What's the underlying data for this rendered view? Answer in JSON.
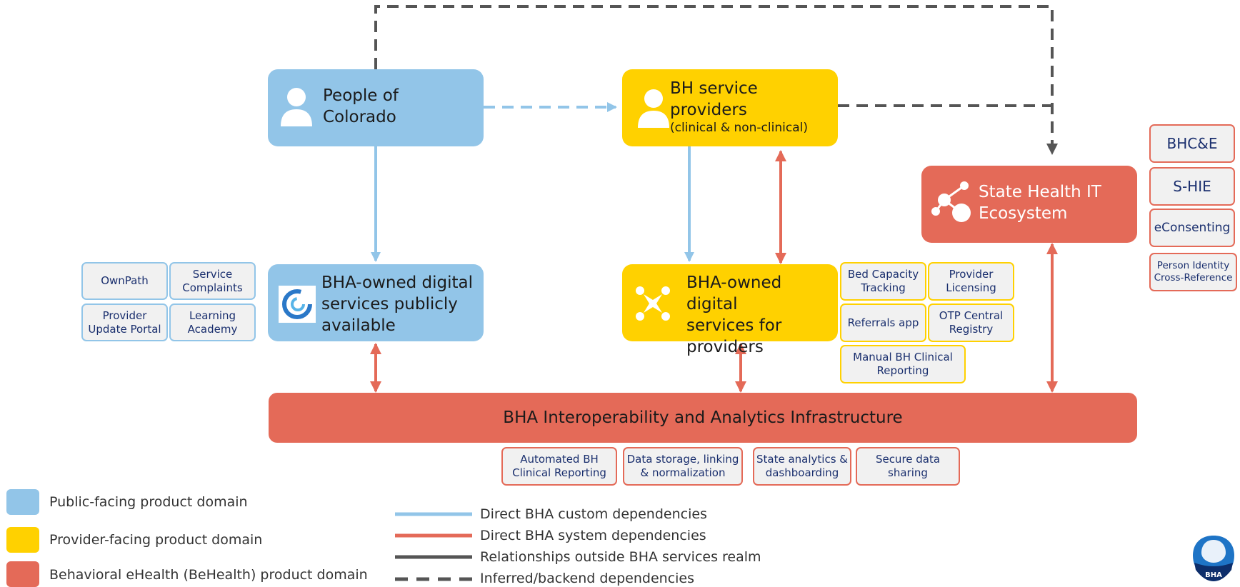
{
  "people": {
    "line1": "People of",
    "line2": "Colorado"
  },
  "providers": {
    "line1": "BH service providers",
    "line2": "(clinical & non-clinical)"
  },
  "state_hit": {
    "line1": "State Health IT",
    "line2": "Ecosystem"
  },
  "public_services": {
    "line1": "BHA-owned digital",
    "line2": "services publicly",
    "line3": "available"
  },
  "provider_services": {
    "line1": "BHA-owned digital",
    "line2": "services for",
    "line3": "providers"
  },
  "infrastructure": {
    "title": "BHA Interoperability and Analytics Infrastructure"
  },
  "public_tags": [
    "OwnPath",
    "Service Complaints",
    "Provider Update Portal",
    "Learning Academy"
  ],
  "provider_tags": [
    "Bed Capacity Tracking",
    "Provider Licensing",
    "Referrals app",
    "OTP Central Registry",
    "Manual BH Clinical Reporting"
  ],
  "infra_tags": [
    "Automated BH Clinical Reporting",
    "Data storage, linking & normalization",
    "State analytics & dashboarding",
    "Secure data sharing"
  ],
  "ecosystem_tags": [
    "BHC&E",
    "S-HIE",
    "eConsenting",
    "Person Identity Cross-Reference"
  ],
  "legend_domains": [
    {
      "label": "Public-facing product domain",
      "color": "#92c5e8"
    },
    {
      "label": "Provider-facing product domain",
      "color": "#ffd100"
    },
    {
      "label": "Behavioral eHealth (BeHealth) product domain",
      "color": "#e46a58"
    }
  ],
  "legend_lines": [
    {
      "label": "Direct BHA custom dependencies",
      "color": "#92c5e8",
      "style": "solid"
    },
    {
      "label": "Direct BHA system dependencies",
      "color": "#e46a58",
      "style": "solid"
    },
    {
      "label": "Relationships outside BHA services realm",
      "color": "#555555",
      "style": "solid"
    },
    {
      "label": "Inferred/backend dependencies",
      "color": "#555555",
      "style": "dashed"
    }
  ],
  "logo": {
    "text": "BHA"
  }
}
